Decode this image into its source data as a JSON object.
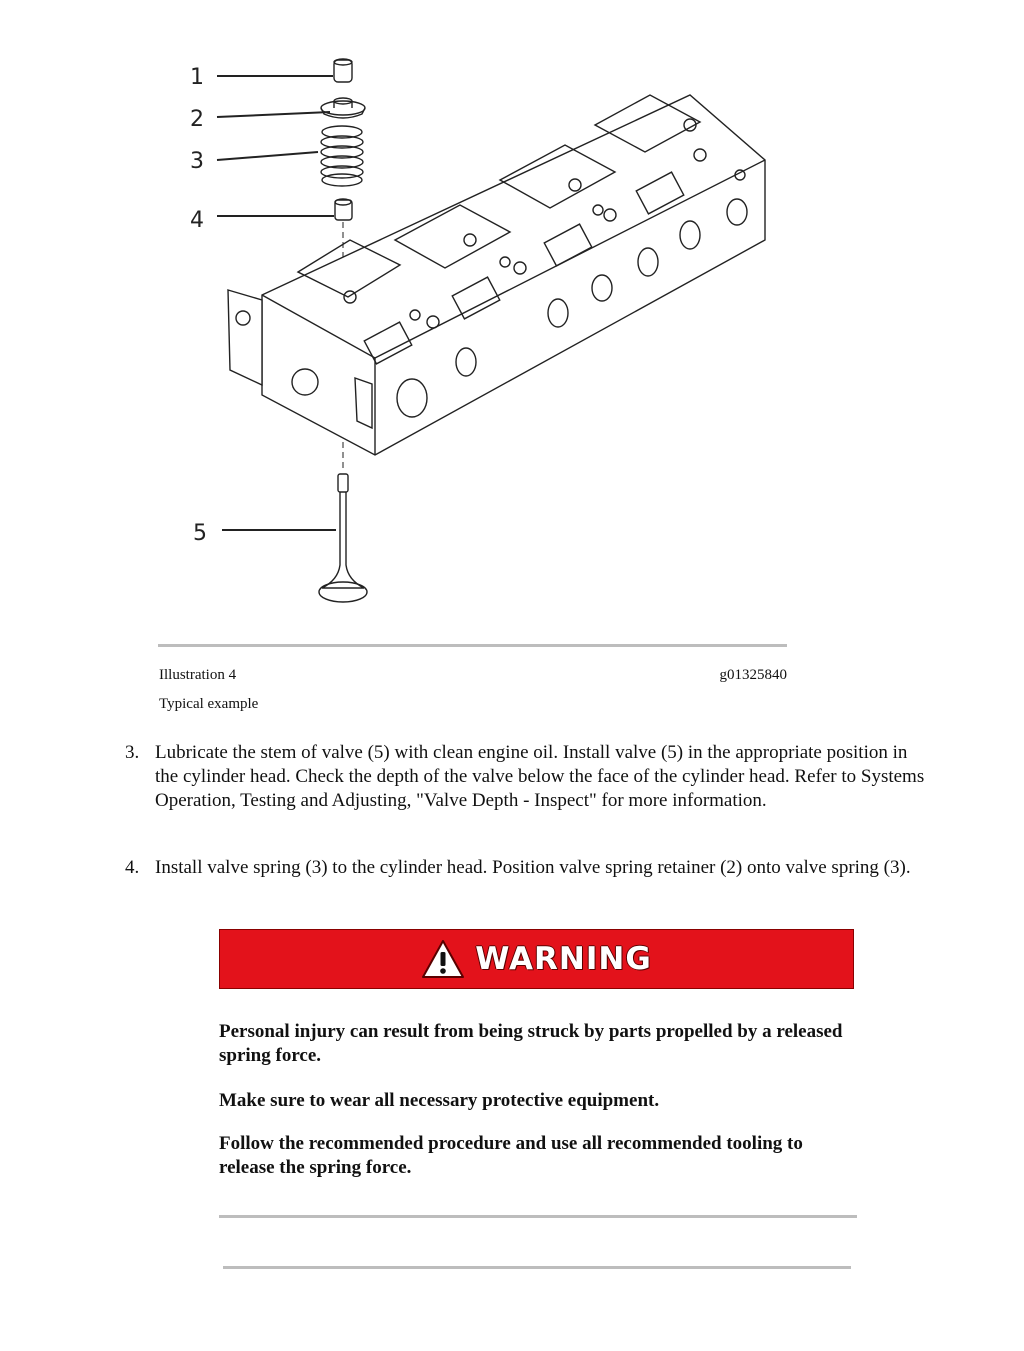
{
  "figure": {
    "callouts": [
      "1",
      "2",
      "3",
      "4",
      "5"
    ]
  },
  "caption": {
    "illustration": "Illustration 4",
    "id": "g01325840",
    "subtitle": "Typical example"
  },
  "steps": [
    {
      "num": "3.",
      "text": "Lubricate the stem of valve (5) with clean engine oil. Install valve (5) in the appropriate position in the cylinder head. Check the depth of the valve below the face of the cylinder head. Refer to Systems Operation, Testing and Adjusting, \"Valve Depth - Inspect\" for more information."
    },
    {
      "num": "4.",
      "text": "Install valve spring (3) to the cylinder head. Position valve spring retainer (2) onto valve spring (3)."
    }
  ],
  "warning": {
    "label": "WARNING",
    "color": "#e3121b",
    "paragraphs": [
      "Personal injury can result from being struck by parts propelled by a released spring force.",
      "Make sure to wear all necessary protective equipment.",
      "Follow the recommended procedure and use all recommended tooling to release the spring force."
    ]
  }
}
